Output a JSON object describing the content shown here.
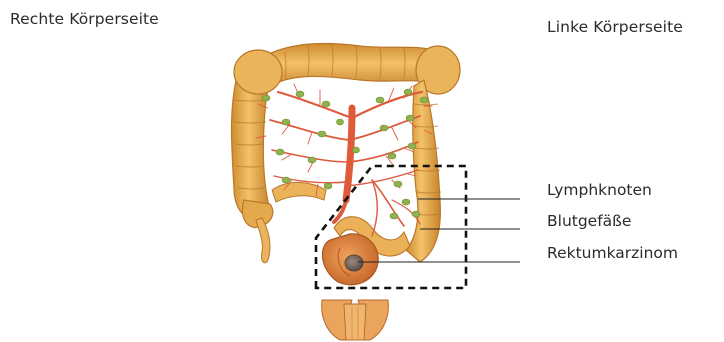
{
  "labels": {
    "right_side": "Rechte Körperseite",
    "left_side": "Linke Körperseite"
  },
  "callouts": {
    "lymph_nodes": "Lymphknoten",
    "blood_vessels": "Blutgefäße",
    "rectal_carcinoma": "Rektumkarzinom"
  },
  "colors": {
    "colon": "#e7ae4f",
    "colon_dark": "#c9862a",
    "colon_light": "#f4cd82",
    "vessel": "#e0553a",
    "vessel_dark": "#b8341f",
    "lymph_node": "#8db54a",
    "tumor": "#7a6a62",
    "rectum": "#e08440",
    "callout_line": "#222222"
  }
}
